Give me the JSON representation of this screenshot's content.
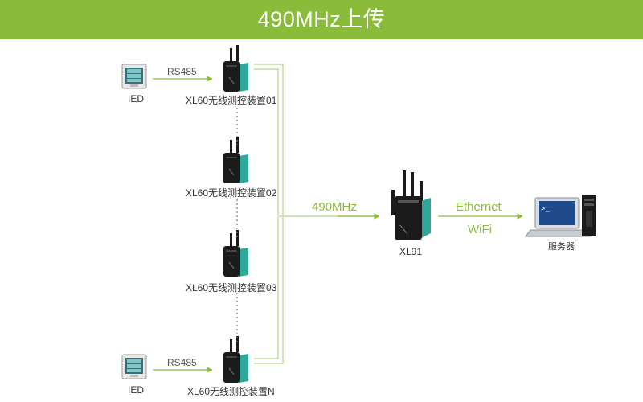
{
  "title": "490MHz上传",
  "devices": {
    "d1": "XL60无线测控装置01",
    "d2": "XL60无线测控装置02",
    "d3": "XL60无线测控装置03",
    "dn": "XL60无线测控装置N"
  },
  "ied_label": "IED",
  "rs485_label": "RS485",
  "link_490": "490MHz",
  "gateway_label": "XL91",
  "ethernet_label": "Ethernet",
  "wifi_label": "WiFi",
  "server_label": "服务器",
  "colors": {
    "accent": "#8bbb3a",
    "device_body": "#1b1b1b",
    "device_side": "#2fa79a"
  },
  "icons": [
    "ied-meter-icon",
    "xl60-device-icon",
    "xl91-gateway-icon",
    "server-pc-icon"
  ]
}
